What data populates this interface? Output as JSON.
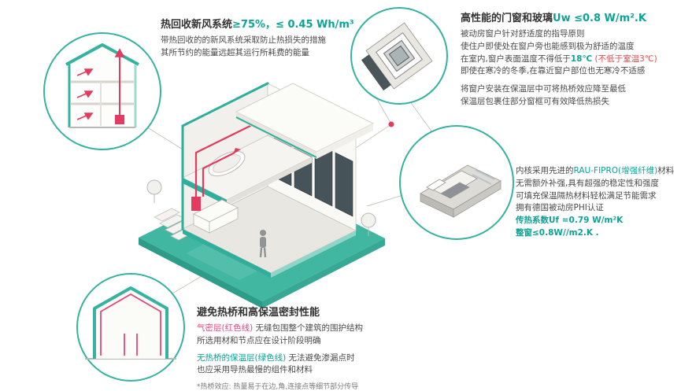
{
  "colors": {
    "accent_teal": "#35b3a0",
    "platform_teal": "#41b6a1",
    "text_green": "#0aa396",
    "text_magenta": "#e8457c",
    "text_red": "#e04b4b",
    "duct_red": "#e23b5f",
    "body_text": "#4a4a4a"
  },
  "ventilation_callout": {
    "title_label": "热回收新风系统",
    "title_value": "≥75%，≤ 0.45 Wh/m³",
    "line1": "带热回收的的新风系统采取防止热损失的措施",
    "line2": "其所节约的能量远超其运行所耗费的能量"
  },
  "window_callout": {
    "title_label": "高性能的门窗和玻璃",
    "title_value": "Uw ≤0.8 W/m².K",
    "line1": "被动房窗户针对舒适度的指导原则",
    "line2": "使住户即使处在窗户旁也能感到极为舒适的温度",
    "line3_prefix": "在室内,窗户表面温度不得低于",
    "line3_temp": "18℃",
    "line3_note": " (不低于室温3℃)",
    "line4": "即使在寒冷的冬季,在靠近窗户部位也无寒冷不适感",
    "line5": "将窗户安装在保温层中可将热桥效应降至最低",
    "line6": "保温层包裹住部分窗框可有效降低热损失"
  },
  "profile_callout": {
    "line1_prefix": "内核采用先进的",
    "line1_highlight": "RAU-FIPRO(增强纤维)",
    "line1_suffix": "材料",
    "line2": "无需额外补强,具有超强的稳定性和强度",
    "line3": "可填充保温隔热材料轻松满足节能需求",
    "line4": "拥有德国被动房PHI认证",
    "line5": "传热系数Uf =0.79 W/m²K",
    "line6": "整窗≤0.8W//m2.K ."
  },
  "thermal_callout": {
    "title": "避免热桥和高保温密封性能",
    "line1_highlight": "气密层(红色线)",
    "line1_rest": " 无缝包围整个建筑的围护结构",
    "line2": "所选用材和节点应在设计阶段明确",
    "line3_highlight": "无热桥的保温层(绿色线)",
    "line3_rest": " 无法避免渗漏点时",
    "line4": "也应采用导热最慢的组件和材料",
    "footnote": "*热桥效应: 热量易于在边,角,连接点等细节部分传导"
  }
}
